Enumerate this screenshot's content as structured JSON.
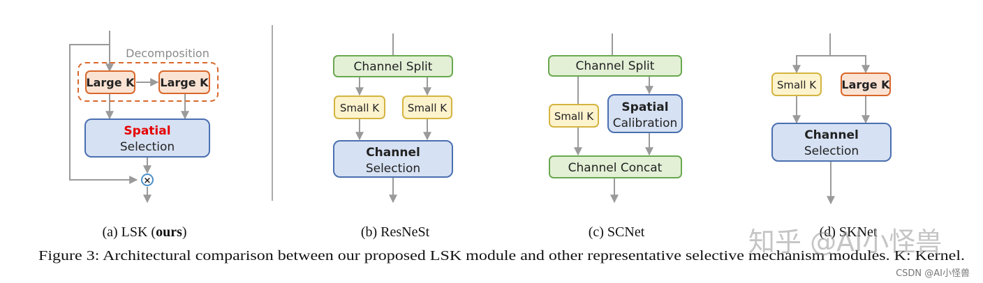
{
  "panels": {
    "lsk": {
      "decomposition_label": "Decomposition",
      "kernel1": "Large K",
      "kernel2": "Large K",
      "sel_top": "Spatial",
      "sel_bottom": "Selection",
      "multiply": "×",
      "caption_prefix": "(a) LSK (",
      "caption_bold": "ours",
      "caption_suffix": ")"
    },
    "resnest": {
      "split": "Channel Split",
      "kernel1": "Small K",
      "kernel2": "Small K",
      "sel_top": "Channel",
      "sel_bottom": "Selection",
      "caption": "(b) ResNeSt"
    },
    "scnet": {
      "split": "Channel Split",
      "kernel": "Small K",
      "cal_top": "Spatial",
      "cal_bottom": "Calibration",
      "concat": "Channel Concat",
      "caption": "(c) SCNet"
    },
    "sknet": {
      "kernel1": "Small K",
      "kernel2": "Large K",
      "sel_top": "Channel",
      "sel_bottom": "Selection",
      "caption": "(d) SKNet"
    }
  },
  "figure_caption": "Figure 3: Architectural comparison between our proposed LSK module and other representative selective mechanism modules. K: Kernel.",
  "watermarks": {
    "large": "知乎 @AI小怪兽",
    "small": "CSDN @AI小怪兽"
  },
  "colors": {
    "green_fill": "#e3f0d6",
    "green_stroke": "#6aa84f",
    "yellow_fill": "#fdf3cd",
    "yellow_stroke": "#d4b440",
    "orange_fill": "#fbe3d3",
    "orange_stroke": "#d8672a",
    "blue_fill": "#d6e1f3",
    "blue_stroke": "#4a6fb0",
    "spatial_red": "#e60000",
    "connector": "#9a9a9a"
  }
}
